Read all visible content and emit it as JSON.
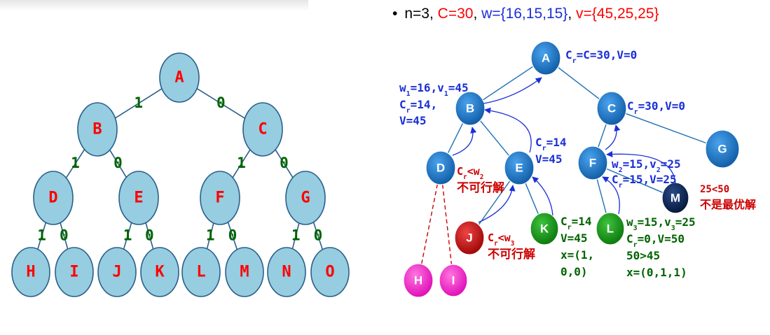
{
  "header": {
    "bullet": "•",
    "n": "n=3, ",
    "c": "C=30",
    "sep1": ", ",
    "w": "w={16,15,15}",
    "sep2": ", ",
    "v": "v={45,25,25}"
  },
  "colors": {
    "tree_fill": "#96cde0",
    "tree_stroke": "#2c5f8a",
    "tree_label": "#ff0000",
    "edge_label": "#006400",
    "node_blue": "#1f77c9",
    "node_red": "#cc1111",
    "node_green": "#1a9b1a",
    "node_navy": "#0b2a5e",
    "node_pink": "#ff33cc",
    "ann_blue": "#1b2fd6",
    "ann_red": "#cc0000",
    "ann_green": "#006400"
  },
  "left_tree": {
    "nodes": [
      {
        "id": "A",
        "label": "A"
      },
      {
        "id": "B",
        "label": "B"
      },
      {
        "id": "C",
        "label": "C"
      },
      {
        "id": "D",
        "label": "D"
      },
      {
        "id": "E",
        "label": "E"
      },
      {
        "id": "F",
        "label": "F"
      },
      {
        "id": "G",
        "label": "G"
      },
      {
        "id": "H",
        "label": "H"
      },
      {
        "id": "I",
        "label": "I"
      },
      {
        "id": "J",
        "label": "J"
      },
      {
        "id": "K",
        "label": "K"
      },
      {
        "id": "L",
        "label": "L"
      },
      {
        "id": "M",
        "label": "M"
      },
      {
        "id": "N",
        "label": "N"
      },
      {
        "id": "O",
        "label": "O"
      }
    ],
    "edges": [
      {
        "from": "A",
        "to": "B",
        "label": "1"
      },
      {
        "from": "A",
        "to": "C",
        "label": "0"
      },
      {
        "from": "B",
        "to": "D",
        "label": "1"
      },
      {
        "from": "B",
        "to": "E",
        "label": "0"
      },
      {
        "from": "C",
        "to": "F",
        "label": "1"
      },
      {
        "from": "C",
        "to": "G",
        "label": "0"
      },
      {
        "from": "D",
        "to": "H",
        "label": "1"
      },
      {
        "from": "D",
        "to": "I",
        "label": "0"
      },
      {
        "from": "E",
        "to": "J",
        "label": "1"
      },
      {
        "from": "E",
        "to": "K",
        "label": "0"
      },
      {
        "from": "F",
        "to": "L",
        "label": "1"
      },
      {
        "from": "F",
        "to": "M",
        "label": "0"
      },
      {
        "from": "G",
        "to": "N",
        "label": "1"
      },
      {
        "from": "G",
        "to": "O",
        "label": "0"
      }
    ]
  },
  "right_tree": {
    "nodes": [
      {
        "id": "A",
        "label": "A",
        "color": "blue"
      },
      {
        "id": "B",
        "label": "B",
        "color": "blue"
      },
      {
        "id": "C",
        "label": "C",
        "color": "blue"
      },
      {
        "id": "G",
        "label": "G",
        "color": "blue"
      },
      {
        "id": "D",
        "label": "D",
        "color": "blue"
      },
      {
        "id": "E",
        "label": "E",
        "color": "blue"
      },
      {
        "id": "F",
        "label": "F",
        "color": "blue"
      },
      {
        "id": "M",
        "label": "M",
        "color": "navy"
      },
      {
        "id": "J",
        "label": "J",
        "color": "red"
      },
      {
        "id": "K",
        "label": "K",
        "color": "green"
      },
      {
        "id": "L",
        "label": "L",
        "color": "green"
      },
      {
        "id": "H",
        "label": "H",
        "color": "pink"
      },
      {
        "id": "I",
        "label": "I",
        "color": "pink"
      }
    ],
    "edges": [
      {
        "from": "A",
        "to": "B",
        "style": "solid"
      },
      {
        "from": "A",
        "to": "C",
        "style": "solid"
      },
      {
        "from": "C",
        "to": "G",
        "style": "solid"
      },
      {
        "from": "B",
        "to": "D",
        "style": "solid"
      },
      {
        "from": "B",
        "to": "E",
        "style": "solid"
      },
      {
        "from": "C",
        "to": "F",
        "style": "solid"
      },
      {
        "from": "E",
        "to": "J",
        "style": "solid"
      },
      {
        "from": "E",
        "to": "K",
        "style": "solid"
      },
      {
        "from": "F",
        "to": "L",
        "style": "solid"
      },
      {
        "from": "F",
        "to": "M",
        "style": "solid"
      },
      {
        "from": "D",
        "to": "H",
        "style": "dashed"
      },
      {
        "from": "D",
        "to": "I",
        "style": "dashed"
      }
    ],
    "annotations": {
      "a": {
        "c": "C",
        "r": "r",
        "rest": "=C=30,V=0"
      },
      "b_line1": {
        "w": "w",
        "w_sub": "1",
        "mid": "=16,v",
        "v_sub": "1",
        "end": "=45"
      },
      "b_line2": {
        "c": "C",
        "r": "r",
        "rest": "=14,"
      },
      "b_line3": "V=45",
      "c": {
        "c": "C",
        "r": "r",
        "rest": "=30,V=0"
      },
      "e_line1": {
        "c": "C",
        "r": "r",
        "rest": "=14"
      },
      "e_line2": "V=45",
      "d_line1": {
        "c": "C",
        "r": "r",
        "lt": "<w",
        "sub": "2"
      },
      "d_line2": "不可行解",
      "f_line1": {
        "w": "w",
        "w_sub": "2",
        "mid": "=15,v",
        "v_sub": "2",
        "end": "=25"
      },
      "f_line2": {
        "c": "C",
        "r": "r",
        "rest": "=15,V=25"
      },
      "m_line1": "25<50",
      "m_line2": "不是最优解",
      "j_line1": {
        "c": "C",
        "r": "r",
        "lt": "<w",
        "sub": "3"
      },
      "j_line2": "不可行解",
      "k_line1": {
        "c": "C",
        "r": "r",
        "rest": "=14"
      },
      "k_line2": "V=45",
      "k_line3": "x=(1,",
      "k_line4": "0,0)",
      "l_line1": {
        "w": "w",
        "w_sub": "3",
        "mid": "=15,v",
        "v_sub": "3",
        "end": "=25"
      },
      "l_line2": {
        "c": "C",
        "r": "r",
        "rest": "=0,V=50"
      },
      "l_line3": "50>45",
      "l_line4": "x=(0,1,1)"
    }
  }
}
